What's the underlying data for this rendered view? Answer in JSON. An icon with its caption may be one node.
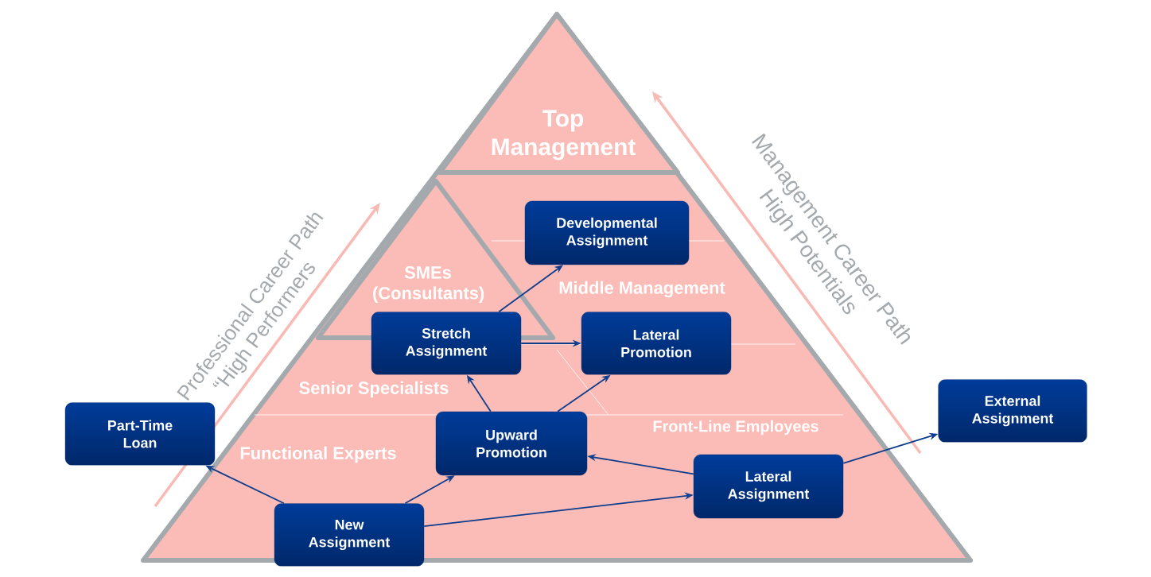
{
  "diagram": {
    "nodes": [
      {
        "text": [
          "Top Management"
        ]
      },
      {
        "text": [
          "SMEs (Consultants)"
        ]
      },
      {
        "text": [
          "Developmental Assignment"
        ]
      },
      {
        "text": [
          "Stretch Assignment"
        ]
      },
      {
        "text": [
          "Lateral Promotion"
        ]
      },
      {
        "text": [
          "Part-Time Loan"
        ]
      },
      {
        "text": [
          "Upward Promotion"
        ]
      },
      {
        "text": [
          "External Assignment"
        ]
      },
      {
        "text": [
          "Lateral Assignment"
        ]
      },
      {
        "text": [
          "New Assignment"
        ]
      }
    ],
    "edges": [
      {
        "from": 3,
        "to": 2,
        "arrow": "to"
      },
      {
        "from": 3,
        "to": 4,
        "arrow": "to"
      },
      {
        "from": 6,
        "to": 3,
        "arrow": "to"
      },
      {
        "from": 6,
        "to": 4,
        "arrow": "to"
      },
      {
        "from": 8,
        "to": 6,
        "arrow": "to"
      },
      {
        "from": 8,
        "to": 7,
        "arrow": "to"
      },
      {
        "from": 9,
        "to": 6,
        "arrow": "to"
      },
      {
        "from": 9,
        "to": 8,
        "arrow": "to"
      },
      {
        "from": 9,
        "to": 5,
        "arrow": "to"
      }
    ],
    "labels": [
      "Middle Management",
      "Senior Specialists",
      "Functional Experts",
      "Front-Line Employees",
      "Professional Career Path",
      "“High Performers",
      "Management Career Path",
      "High Potentials"
    ]
  }
}
